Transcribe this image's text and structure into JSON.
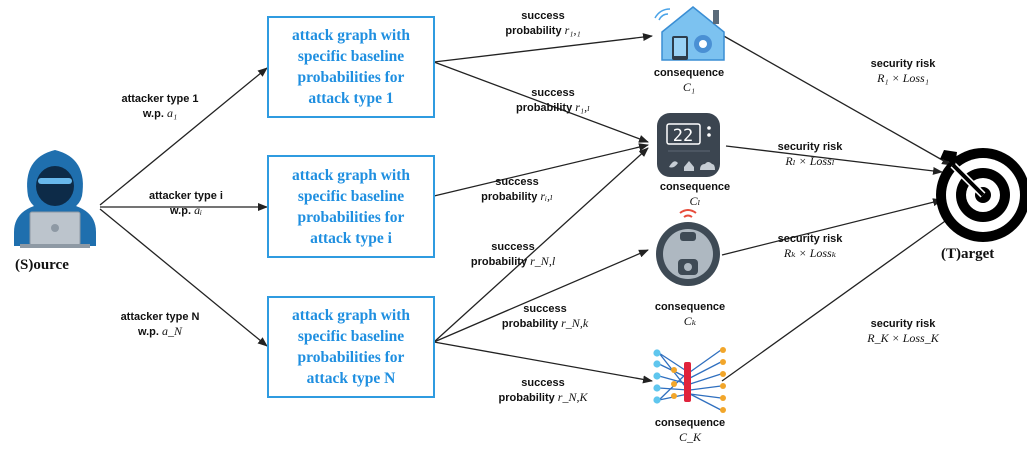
{
  "source": {
    "label": "(S)ource"
  },
  "target": {
    "label": "(T)arget"
  },
  "boxes": [
    {
      "text": "attack graph with\nspecific baseline\nprobabilities for\nattack type 1"
    },
    {
      "text": "attack graph with\nspecific baseline\nprobabilities for\nattack type i"
    },
    {
      "text": "attack graph with\nspecific baseline\nprobabilities for\nattack type N"
    }
  ],
  "attackers": [
    {
      "type": "attacker type 1",
      "wp": "w.p.",
      "sym": "a₁"
    },
    {
      "type": "attacker type i",
      "wp": "w.p.",
      "sym": "aᵢ"
    },
    {
      "type": "attacker type N",
      "wp": "w.p.",
      "sym": "a_N"
    }
  ],
  "success": [
    {
      "l1": "success",
      "l2": "probability",
      "sym": "r₁,₁"
    },
    {
      "l1": "success",
      "l2": "probability",
      "sym": "r₁,ₗ"
    },
    {
      "l1": "success",
      "l2": "probability",
      "sym": "rᵢ,ₗ"
    },
    {
      "l1": "success",
      "l2": "probability",
      "sym": "r_N,l"
    },
    {
      "l1": "success",
      "l2": "probability",
      "sym": "r_N,k"
    },
    {
      "l1": "success",
      "l2": "probability",
      "sym": "r_N,K"
    }
  ],
  "consequences": [
    {
      "label": "consequence",
      "sym": "C₁",
      "icon": "smart-home-icon"
    },
    {
      "label": "consequence",
      "sym": "Cₗ",
      "icon": "thermostat-icon"
    },
    {
      "label": "consequence",
      "sym": "Cₖ",
      "icon": "robot-vacuum-icon"
    },
    {
      "label": "consequence",
      "sym": "C_K",
      "icon": "neural-network-icon"
    }
  ],
  "risks": [
    {
      "label": "security risk",
      "sym": "R₁ × Loss₁"
    },
    {
      "label": "security risk",
      "sym": "Rₗ × Lossₗ"
    },
    {
      "label": "security risk",
      "sym": "Rₖ × Lossₖ"
    },
    {
      "label": "security risk",
      "sym": "R_K × Loss_K"
    }
  ],
  "colors": {
    "box_border": "#2f9be0",
    "box_text": "#1f8fe0",
    "arrow": "#222222"
  }
}
